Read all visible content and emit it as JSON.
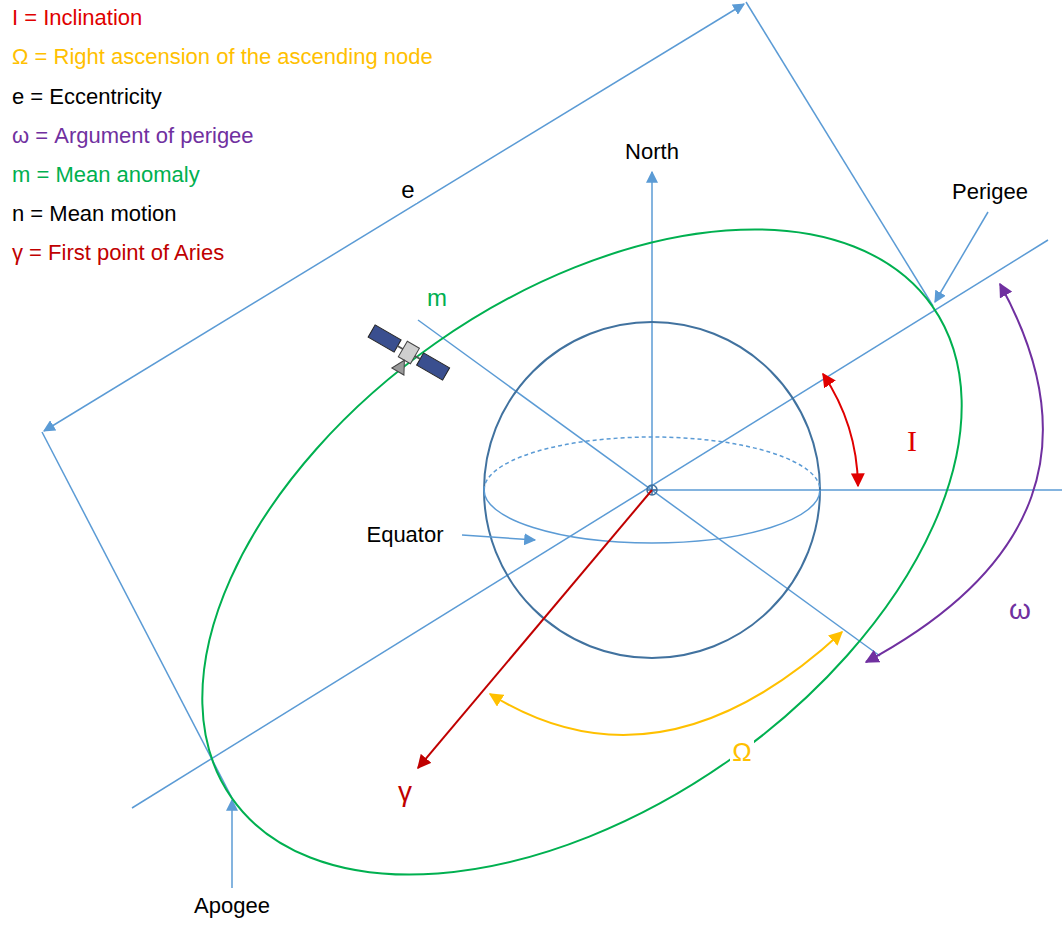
{
  "diagram": {
    "labels": [
      "I = Inclination",
      "Ω = Right ascension of the ascending node",
      "e = Eccentricity",
      "ω = Argument of perigee",
      "m = Mean anomaly",
      "n = Mean motion",
      "γ = First point of Aries",
      "North",
      "Perigee",
      "e",
      "m",
      "I",
      "ω",
      "Equator",
      "Ω",
      "γ",
      "Apogee"
    ]
  }
}
